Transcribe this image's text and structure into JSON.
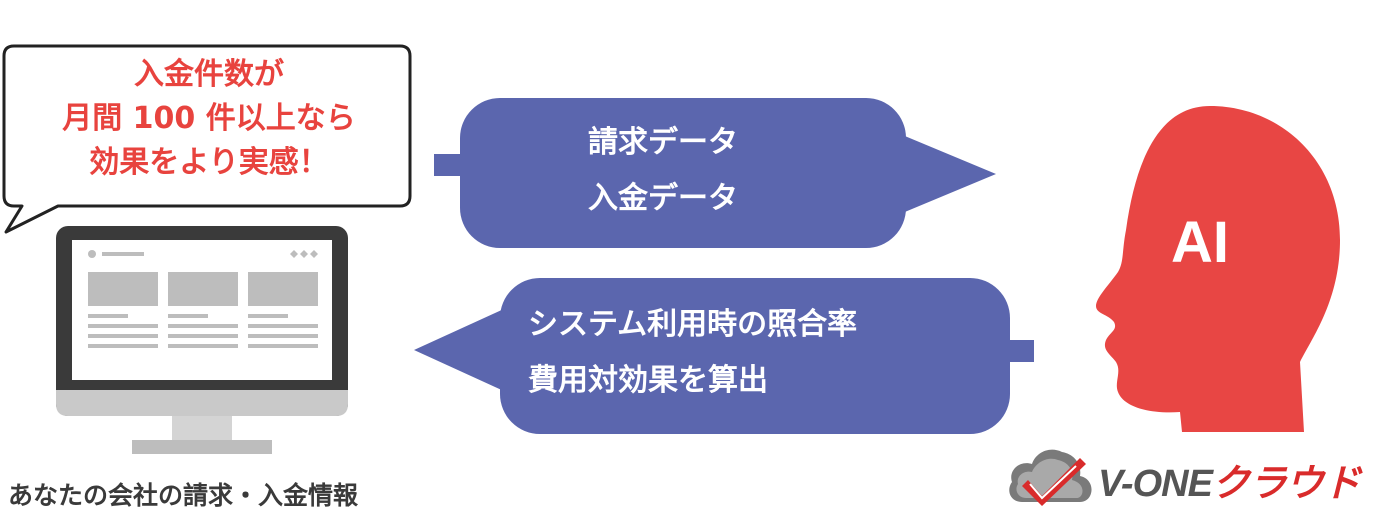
{
  "speech_bubble": {
    "lines": [
      "入金件数が",
      "月間 100 件以上なら",
      "効果をより実感！"
    ],
    "text_color": "#e8433e"
  },
  "upper_flow": {
    "lines": [
      "請求データ",
      "入金データ"
    ],
    "direction": "right",
    "color": "#5b66ae"
  },
  "lower_flow": {
    "lines": [
      "システム利用時の照合率",
      "費用対効果を算出"
    ],
    "direction": "left",
    "color": "#5b66ae"
  },
  "ai_head": {
    "label": "AI",
    "color": "#e84644",
    "icon": "human-head-profile-icon"
  },
  "computer": {
    "caption": "あなたの会社の請求・入金情報",
    "icon": "desktop-monitor-icon"
  },
  "logo": {
    "text_latin": "V-ONE",
    "text_kana": "クラウド",
    "icon": "cloud-check-logo-icon",
    "colors": {
      "gray": "#555555",
      "red": "#d92b2b"
    }
  }
}
